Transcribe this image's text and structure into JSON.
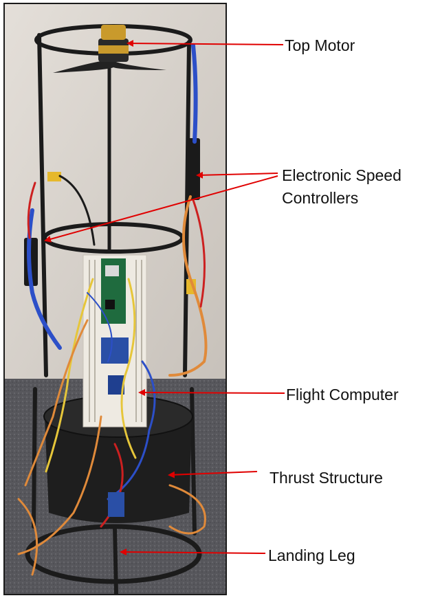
{
  "labels": {
    "top_motor": "Top Motor",
    "esc_line1": "Electronic Speed",
    "esc_line2": "Controllers",
    "flight_computer": "Flight Computer",
    "thrust_structure": "Thrust Structure",
    "landing_leg": "Landing Leg"
  },
  "colors": {
    "arrow": "#e00000",
    "frame": "#1b1b1b",
    "wall": "#d8d2cc",
    "carpet": "#55555a",
    "board": "#eeeae2",
    "wire_blue": "#2c4fc8",
    "wire_orange": "#e08a3a",
    "wire_yellow": "#e6c63a",
    "wire_red": "#cc2020",
    "motor_gold": "#c99a2c",
    "pcb_green": "#1f6b3e"
  }
}
